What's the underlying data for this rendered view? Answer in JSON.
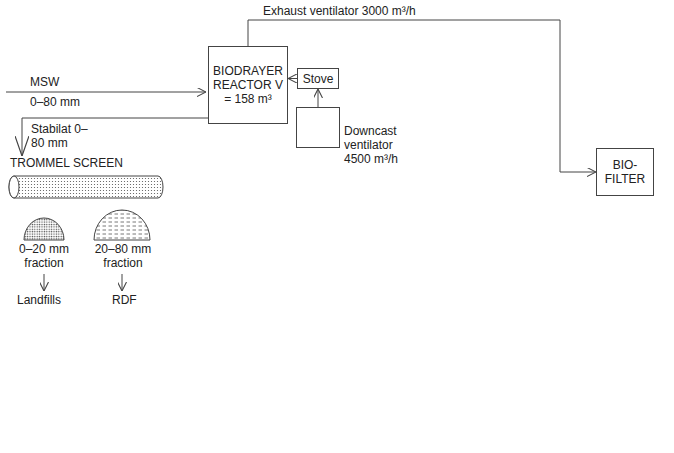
{
  "diagram": {
    "nodes": [
      {
        "text": [
          "BIODRAYER REACTOR V = 158 m³"
        ]
      },
      {
        "text": [
          "Stove"
        ]
      },
      {
        "text": [
          "Downcast ventilator 4500 m³/h"
        ]
      },
      {
        "text": [
          "BIO- FILTER"
        ]
      },
      {
        "text": [
          "TROMMEL SCREEN"
        ]
      },
      {
        "text": [
          "0–20 mm fraction"
        ]
      },
      {
        "text": [
          "20–80 mm fraction"
        ]
      }
    ],
    "edges": [
      {
        "from": 0,
        "to": 3,
        "label": "Exhaust ventilator 3000 m³/h",
        "arrow": "to"
      },
      {
        "from": 2,
        "to": 1,
        "arrow": "to"
      },
      {
        "from": 1,
        "to": 0,
        "arrow": "to"
      },
      {
        "from": 0,
        "to": 4,
        "label": "Stabilat 0–80 mm",
        "arrow": "to"
      }
    ],
    "labels": [
      "MSW",
      "0–80 mm",
      "Landfills",
      "RDF"
    ]
  }
}
